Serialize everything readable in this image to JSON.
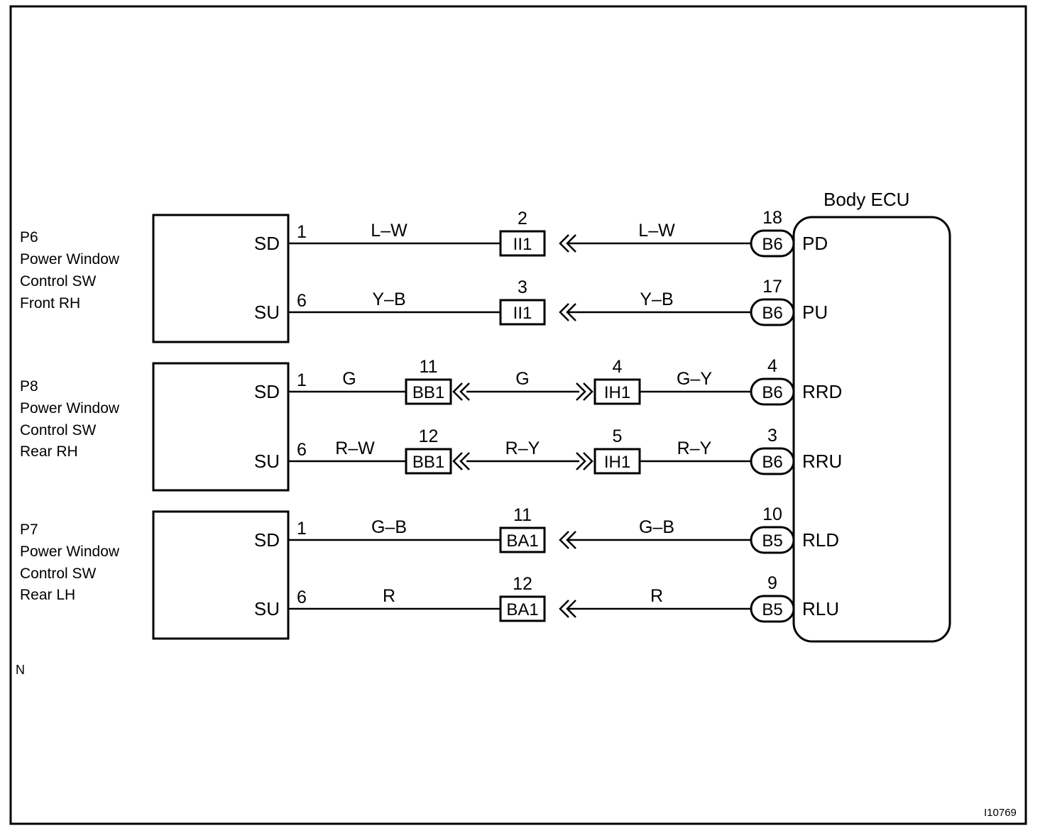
{
  "switches": [
    {
      "code": "P6",
      "lines": [
        "Power Window",
        "Control SW",
        "Front RH"
      ]
    },
    {
      "code": "P8",
      "lines": [
        "Power Window",
        "Control SW",
        "Rear RH"
      ]
    },
    {
      "code": "P7",
      "lines": [
        "Power Window",
        "Control SW",
        "Rear LH"
      ]
    }
  ],
  "ecu": {
    "title": "Body ECU"
  },
  "circuits": [
    {
      "sw_term": "SD",
      "sw_pin": "1",
      "wire1": "L–W",
      "mid1_conn": "II1",
      "mid1_pin": "2",
      "wire2": "L–W",
      "ecu_conn": "B6",
      "ecu_pin": "18",
      "ecu_term": "PD"
    },
    {
      "sw_term": "SU",
      "sw_pin": "6",
      "wire1": "Y–B",
      "mid1_conn": "II1",
      "mid1_pin": "3",
      "wire2": "Y–B",
      "ecu_conn": "B6",
      "ecu_pin": "17",
      "ecu_term": "PU"
    },
    {
      "sw_term": "SD",
      "sw_pin": "1",
      "wire1": "G",
      "mid1_conn": "BB1",
      "mid1_pin": "11",
      "wire2": "G",
      "mid2_conn": "IH1",
      "mid2_pin": "4",
      "wire3": "G–Y",
      "ecu_conn": "B6",
      "ecu_pin": "4",
      "ecu_term": "RRD"
    },
    {
      "sw_term": "SU",
      "sw_pin": "6",
      "wire1": "R–W",
      "mid1_conn": "BB1",
      "mid1_pin": "12",
      "wire2": "R–Y",
      "mid2_conn": "IH1",
      "mid2_pin": "5",
      "wire3": "R–Y",
      "ecu_conn": "B6",
      "ecu_pin": "3",
      "ecu_term": "RRU"
    },
    {
      "sw_term": "SD",
      "sw_pin": "1",
      "wire1": "G–B",
      "mid1_conn": "BA1",
      "mid1_pin": "11",
      "wire2": "G–B",
      "ecu_conn": "B5",
      "ecu_pin": "10",
      "ecu_term": "RLD"
    },
    {
      "sw_term": "SU",
      "sw_pin": "6",
      "wire1": "R",
      "mid1_conn": "BA1",
      "mid1_pin": "12",
      "wire2": "R",
      "ecu_conn": "B5",
      "ecu_pin": "9",
      "ecu_term": "RLU"
    }
  ],
  "note_n": "N",
  "figure_id": "I10769"
}
